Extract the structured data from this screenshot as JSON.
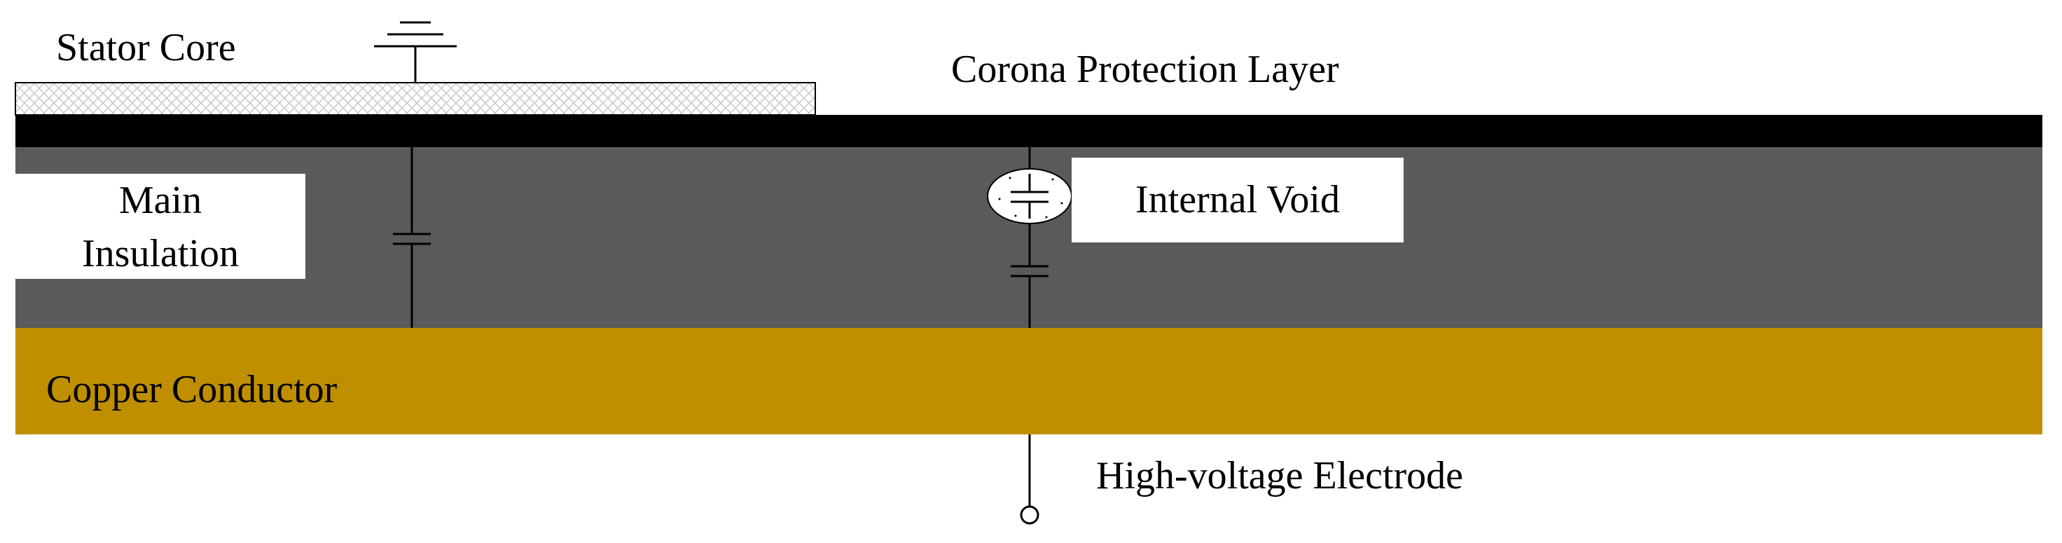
{
  "labels": {
    "stator_core": "Stator Core",
    "corona_layer": "Corona Protection Layer",
    "main_insulation_line1": "Main",
    "main_insulation_line2": "Insulation",
    "internal_void": "Internal Void",
    "copper_conductor": "Copper Conductor",
    "hv_electrode": "High-voltage Electrode"
  },
  "colors": {
    "background": "#ffffff",
    "corona_layer": "#000000",
    "insulation": "#5a5a5a",
    "copper": "#bf8f00",
    "stator_core_hatch": "#c8c8c8",
    "label_box": "#ffffff",
    "void": "#ffffff",
    "line": "#000000"
  },
  "icons": {
    "ground": "ground-symbol-icon",
    "capacitor": "capacitor-icon",
    "terminal": "terminal-circle-icon"
  }
}
